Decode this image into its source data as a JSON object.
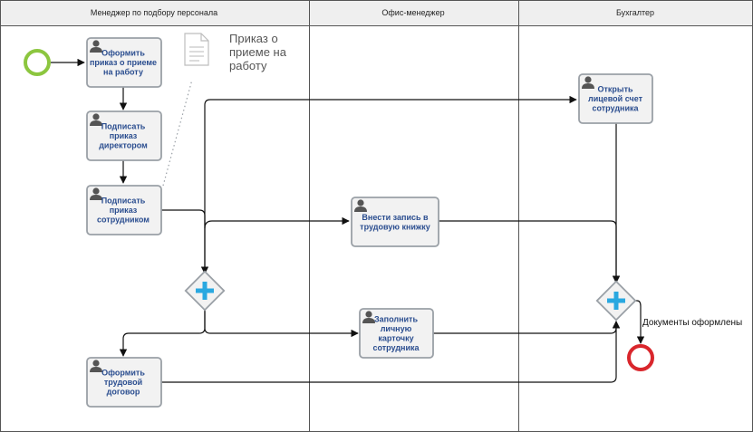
{
  "lanes": [
    {
      "id": "hr",
      "title": "Менеджер по подбору персонала"
    },
    {
      "id": "office",
      "title": "Офис-менеджер"
    },
    {
      "id": "accountant",
      "title": "Бухгалтер"
    }
  ],
  "tasks": [
    {
      "id": "t1",
      "lines": [
        "Оформить",
        "приказ о приеме",
        "на работу"
      ]
    },
    {
      "id": "t2",
      "lines": [
        "Подписать",
        "приказ",
        "директором"
      ]
    },
    {
      "id": "t3",
      "lines": [
        "Подписать",
        "приказ",
        "сотрудником"
      ]
    },
    {
      "id": "t4",
      "lines": [
        "Оформить",
        "трудовой",
        "договор"
      ]
    },
    {
      "id": "t5",
      "lines": [
        "Внести запись в",
        "трудовую книжку"
      ]
    },
    {
      "id": "t6",
      "lines": [
        "Заполнить",
        "личную",
        "карточку",
        "сотрудника"
      ]
    },
    {
      "id": "t7",
      "lines": [
        "Открыть",
        "лицевой счет",
        "сотрудника"
      ]
    }
  ],
  "document": {
    "lines": [
      "Приказ о",
      "приеме на",
      "работу"
    ]
  },
  "end_event": {
    "label": "Документы оформлены"
  },
  "colors": {
    "start": "#8cc63f",
    "end": "#d9262c",
    "gateway_plus": "#29a8e0",
    "task_fill": "#f2f2f2",
    "task_stroke": "#9aa0a6",
    "task_text": "#2a4d8f",
    "lane_header": "#efefef"
  }
}
